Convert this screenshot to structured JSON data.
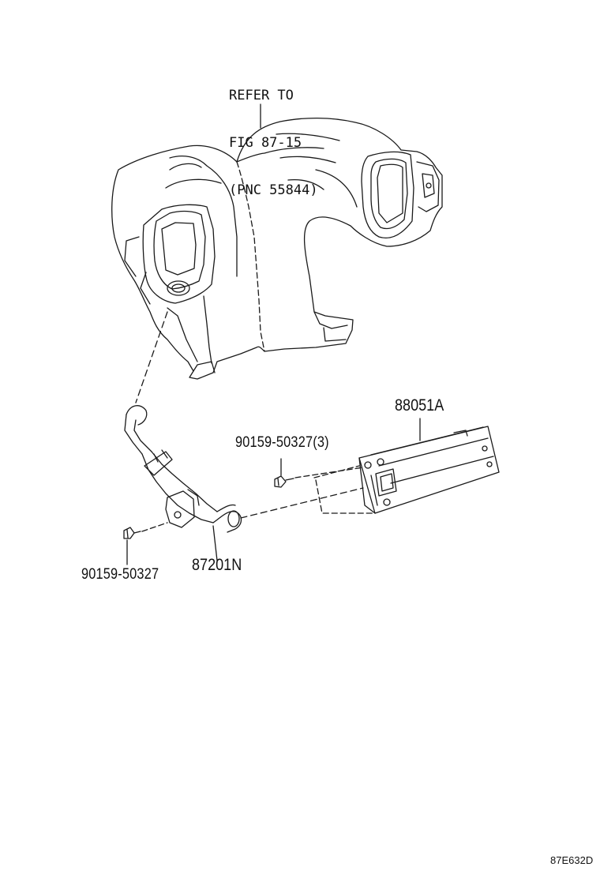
{
  "diagram": {
    "refer_note": {
      "line1": "REFER TO",
      "line2": "FIG 87-15",
      "line3": "(PNC 55844)"
    },
    "parts": [
      {
        "number": "88051A"
      },
      {
        "number": "90159-50327(3)"
      },
      {
        "number": "87201N"
      },
      {
        "number": "90159-50327"
      }
    ],
    "illustration_code": "87E632D"
  }
}
